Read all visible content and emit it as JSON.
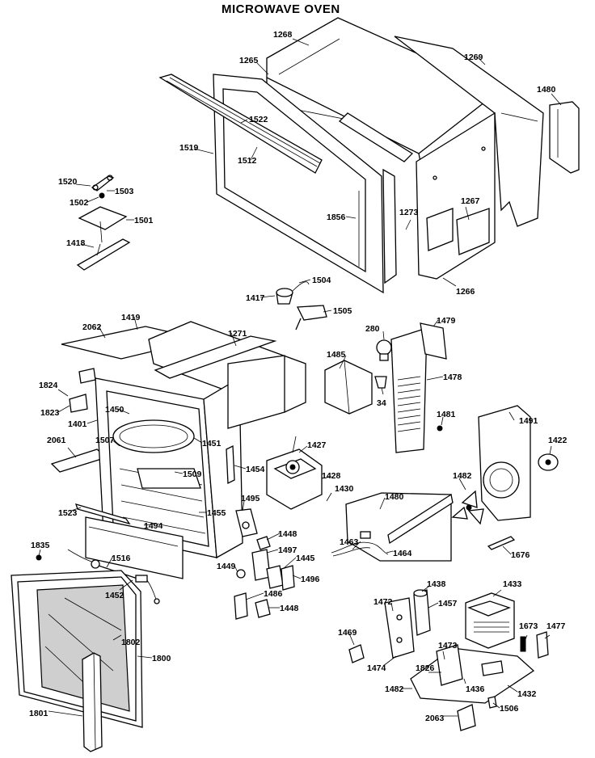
{
  "title": "MICROWAVE OVEN",
  "labels": {
    "l1268": "1268",
    "l1265": "1265",
    "l1269": "1269",
    "l1480": "1480",
    "l1522": "1522",
    "l1519": "1519",
    "l1512": "1512",
    "l1520": "1520",
    "l1503": "1503",
    "l1502": "1502",
    "l1501": "1501",
    "l1418": "1418",
    "l1856": "1856",
    "l1273": "1273",
    "l1267": "1267",
    "l1266": "1266",
    "l1504": "1504",
    "l1417": "1417",
    "l1505": "1505",
    "l2062": "2062",
    "l1419": "1419",
    "l1271": "1271",
    "l1479": "1479",
    "l280": "280",
    "l1485": "1485",
    "l1478": "1478",
    "l34": "34",
    "l1481": "1481",
    "l1491": "1491",
    "l1422": "1422",
    "l1824": "1824",
    "l1823": "1823",
    "l1401": "1401",
    "l1450": "1450",
    "l1451": "1451",
    "l1507": "1507",
    "l2061": "2061",
    "l1509": "1509",
    "l1454": "1454",
    "l1427": "1427",
    "l1428": "1428",
    "l1430": "1430",
    "l1480b": "1480",
    "l1482": "1482",
    "l1523": "1523",
    "l1494": "1494",
    "l1455": "1455",
    "l1495": "1495",
    "l1448a": "1448",
    "l1497": "1497",
    "l1445": "1445",
    "l1496": "1496",
    "l1449": "1449",
    "l1486": "1486",
    "l1448b": "1448",
    "l1463": "1463",
    "l1464": "1464",
    "l1676": "1676",
    "l1835": "1835",
    "l1516": "1516",
    "l1452": "1452",
    "l1438": "1438",
    "l1472": "1472",
    "l1457": "1457",
    "l1433": "1433",
    "l1469": "1469",
    "l1474": "1474",
    "l1473": "1473",
    "l1673": "1673",
    "l1477": "1477",
    "l1826": "1826",
    "l1436": "1436",
    "l1482b": "1482",
    "l1432": "1432",
    "l2063": "2063",
    "l1506": "1506",
    "l1802": "1802",
    "l1800": "1800",
    "l1801": "1801"
  }
}
